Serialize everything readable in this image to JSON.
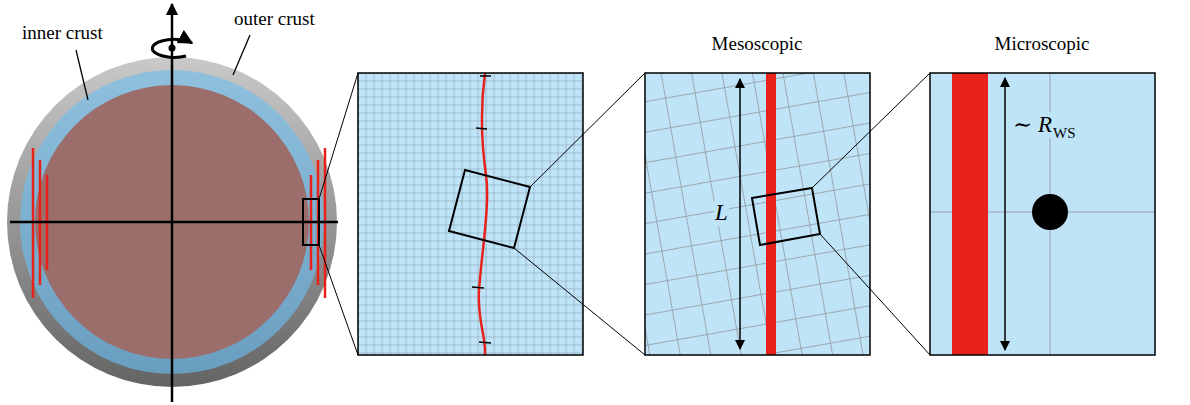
{
  "diagram": {
    "labels": [
      "inner crust",
      "outer crust",
      "Mesoscopic",
      "Microscopic",
      "L",
      "∼ R",
      "WS"
    ]
  }
}
